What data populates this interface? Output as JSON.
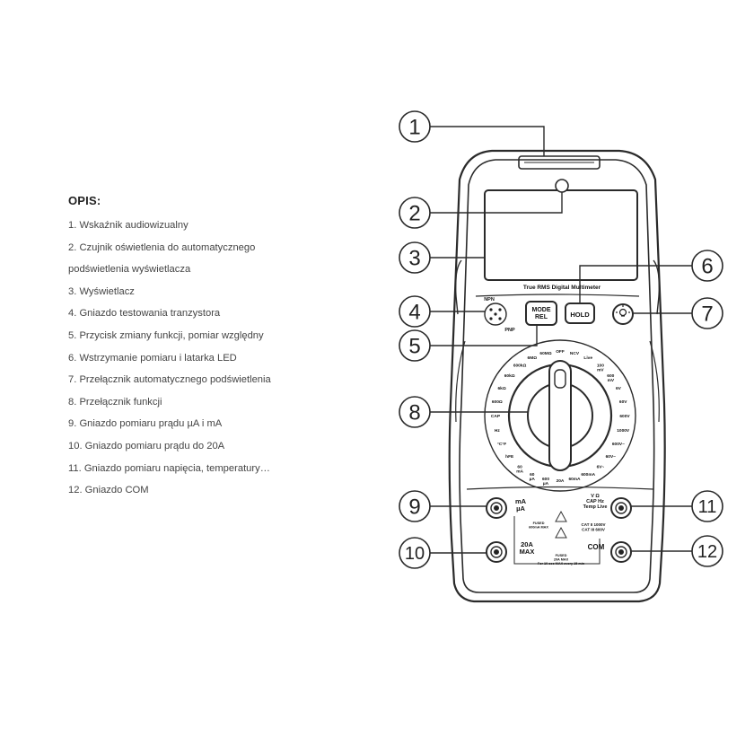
{
  "description": {
    "title": "OPIS:",
    "items": [
      "1. Wskaźnik audiowizualny",
      "2. Czujnik oświetlenia do automatycznego",
      "podświetlenia wyświetlacza",
      "3. Wyświetlacz",
      "4. Gniazdo testowania tranzystora",
      "5. Przycisk zmiany funkcji, pomiar względny",
      "6. Wstrzymanie pomiaru i latarka LED",
      "7. Przełącznik automatycznego podświetlenia",
      "8. Przełącznik funkcji",
      "9. Gniazdo pomiaru prądu µA i mA",
      "10. Gniazdo pomiaru prądu do 20A",
      "11. Gniazdo pomiaru napięcia, temperatury…",
      "12. Gniazdo COM"
    ]
  },
  "callouts": [
    "1",
    "2",
    "3",
    "4",
    "5",
    "6",
    "7",
    "8",
    "9",
    "10",
    "11",
    "12"
  ],
  "meter": {
    "model_label": "True RMS Digital Multimeter",
    "mode_button": "MODE\nREL",
    "hold_button": "HOLD",
    "npn_label": "NPN",
    "pnp_label": "PNP",
    "dial_labels": [
      "OFF",
      "NCV",
      "Live",
      "100\nmV",
      "600\nmV",
      "6V",
      "60V",
      "600V",
      "1000V",
      "600V~",
      "60V~",
      "6V~",
      "600mA",
      "60mA",
      "20A",
      "600\nµA",
      "60\nµA",
      "60\nmA",
      "hFE",
      "°C°F",
      "Hz",
      "CAP",
      "600Ω",
      "6kΩ",
      "60kΩ",
      "600kΩ",
      "6MΩ",
      "60MΩ"
    ],
    "jack_ma_label": "mA\nµA",
    "jack_20a_label": "20A\nMAX",
    "jack_v_label": "V Ω\nCAP Hz\nTemp Live",
    "com_label": "COM",
    "fused_small": "FUSED\n600mA MAX",
    "fused_large": "FUSED\n20A MAX\nFor 10 sec MAX every 15 min",
    "cat_label": "CAT II 1000V\nCAT III 600V"
  }
}
